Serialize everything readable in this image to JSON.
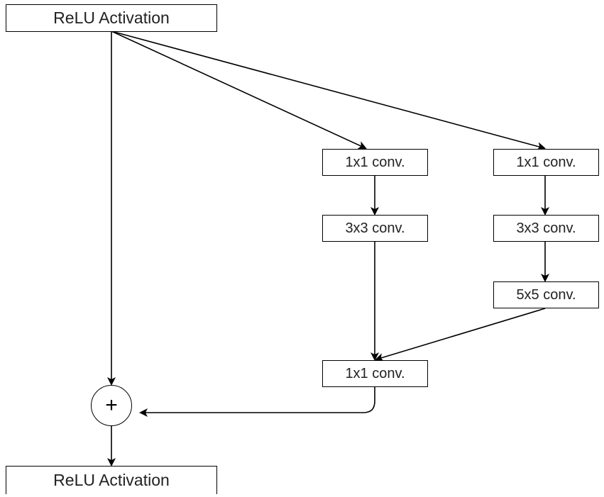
{
  "nodes": {
    "relu_top": "ReLU Activation",
    "branch1_conv1x1": "1x1 conv.",
    "branch1_conv3x3": "3x3 conv.",
    "branch2_conv1x1": "1x1 conv.",
    "branch2_conv3x3": "3x3 conv.",
    "branch2_conv5x5": "5x5 conv.",
    "merge_conv1x1": "1x1 conv.",
    "add_symbol": "+",
    "relu_bottom": "ReLU Activation"
  },
  "edges": [
    {
      "from": "relu_top",
      "to": "add"
    },
    {
      "from": "relu_top",
      "to": "branch1_conv1x1"
    },
    {
      "from": "relu_top",
      "to": "branch2_conv1x1"
    },
    {
      "from": "branch1_conv1x1",
      "to": "branch1_conv3x3"
    },
    {
      "from": "branch1_conv3x3",
      "to": "merge_conv1x1"
    },
    {
      "from": "branch2_conv1x1",
      "to": "branch2_conv3x3"
    },
    {
      "from": "branch2_conv3x3",
      "to": "branch2_conv5x5"
    },
    {
      "from": "branch2_conv5x5",
      "to": "merge_conv1x1"
    },
    {
      "from": "merge_conv1x1",
      "to": "add"
    },
    {
      "from": "add",
      "to": "relu_bottom"
    }
  ]
}
